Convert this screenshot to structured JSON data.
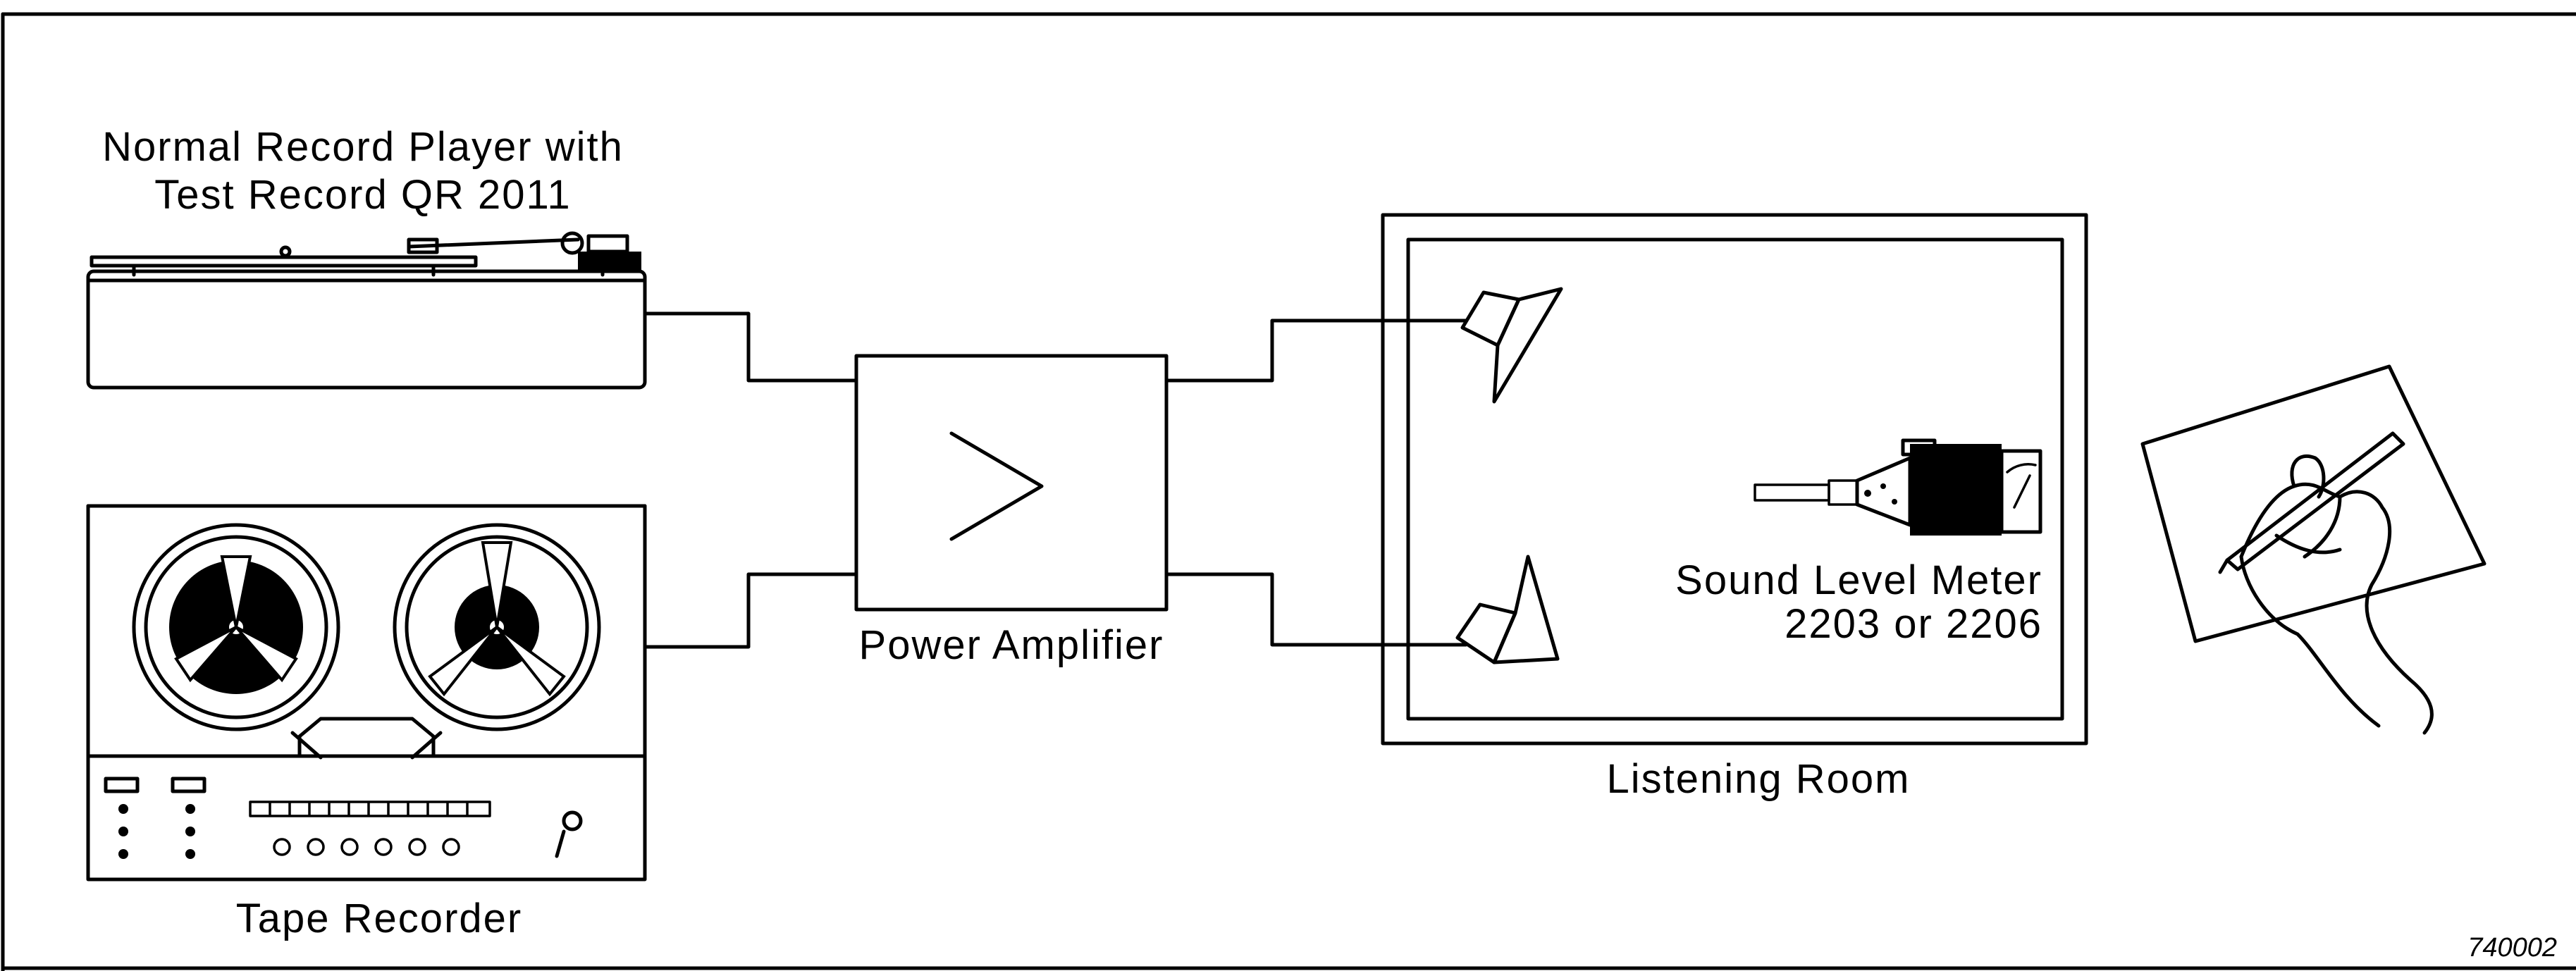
{
  "labels": {
    "record_player_line1": "Normal Record Player with",
    "record_player_line2": "Test Record QR 2011",
    "tape_recorder": "Tape Recorder",
    "power_amplifier": "Power Amplifier",
    "sound_level_meter_line1": "Sound Level Meter",
    "sound_level_meter_line2": "2203 or 2206",
    "listening_room": "Listening Room",
    "figure_code": "740002"
  }
}
